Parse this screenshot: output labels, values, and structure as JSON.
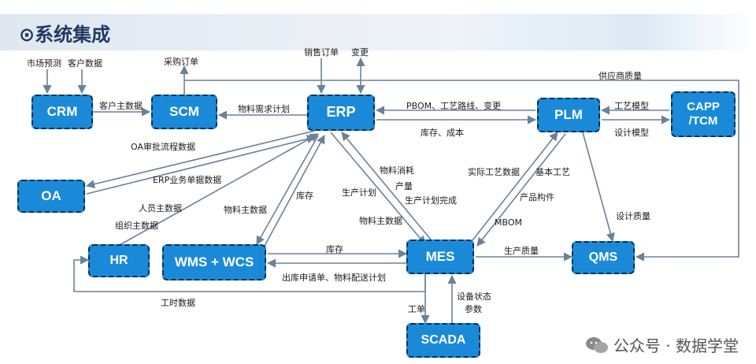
{
  "title": "⊙系统集成",
  "nodes": {
    "crm": "CRM",
    "scm": "SCM",
    "erp": "ERP",
    "plm": "PLM",
    "capp": "CAPP\n/TCM",
    "oa": "OA",
    "hr": "HR",
    "wms": "WMS + WCS",
    "mes": "MES",
    "qms": "QMS",
    "scada": "SCADA"
  },
  "labels": {
    "market_forecast": "市场预测",
    "customer_data": "客户数据",
    "customer_master": "客户主数据",
    "purchase_order": "采购订单",
    "sales_order": "销售订单",
    "change": "变更",
    "supplier_quality": "供应商质量",
    "material_req_plan": "物料需求计划",
    "pbom_routing_change": "PBOM、工艺路线、变更",
    "inventory_cost": "库存、成本",
    "process_model": "工艺模型",
    "design_model": "设计模型",
    "oa_approval": "OA审批流程数据",
    "erp_business_docs": "ERP业务单据数据",
    "personnel_master": "人员主数据",
    "org_master": "组织主数据",
    "material_master_wms": "物料主数据",
    "inventory_wms_erp": "库存",
    "production_plan": "生产计划",
    "material_consumption": "物料消耗",
    "output": "产量",
    "plan_completion": "生产计划完成",
    "material_master_mes": "物料主数据",
    "actual_process_data": "实际工艺数据",
    "basic_process": "基本工艺",
    "product_component": "产品构件",
    "mbom": "MBOM",
    "design_quality": "设计质量",
    "inventory_wms_mes": "库存",
    "outbound_delivery_plan": "出库申请单、物料配送计划",
    "production_quality": "生产质量",
    "work_hours": "工时数据",
    "work_order": "工单",
    "equipment_status": "设备状态",
    "params": "参数"
  },
  "watermark": "公众号 · 数据学堂",
  "colors": {
    "node_fill": "#1a8ad8",
    "node_border": "#0b2d52",
    "arrow": "#6a8298",
    "title": "#1f3a64"
  }
}
